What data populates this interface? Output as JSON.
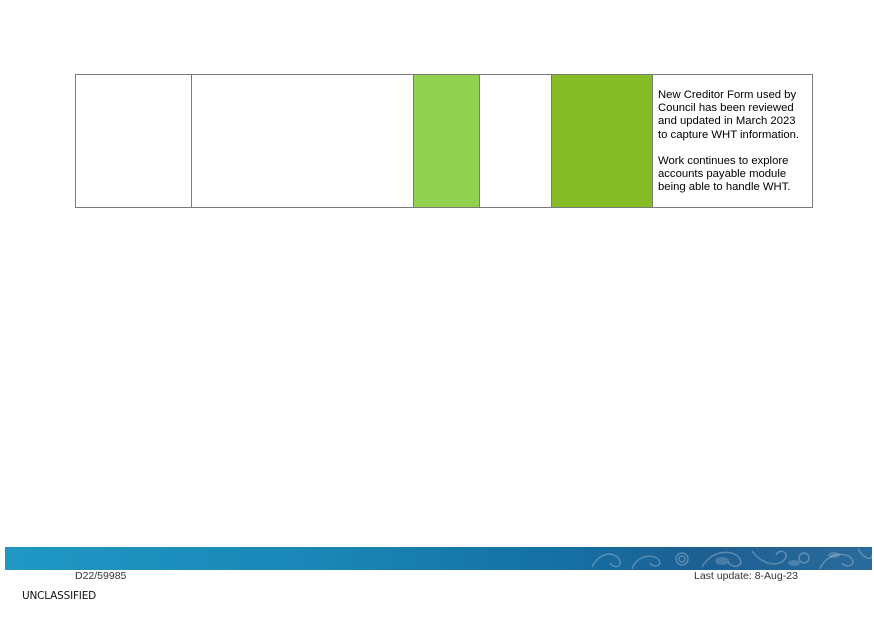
{
  "table": {
    "row": {
      "cell_1": "",
      "cell_2": "",
      "cell_4": "",
      "comment_paragraphs": [
        "New Creditor Form used by Council has been reviewed and updated in March 2023 to capture WHT information.",
        "Work continues to explore accounts payable module being able to handle WHT."
      ]
    },
    "colors": {
      "status_light_green": "#92d050",
      "status_green": "#86bc25"
    }
  },
  "footer": {
    "doc_ref": "D22/59985",
    "last_update": "Last update: 8-Aug-23",
    "classification": "UNCLASSIFIED",
    "banner_color": "#1a87b8"
  }
}
